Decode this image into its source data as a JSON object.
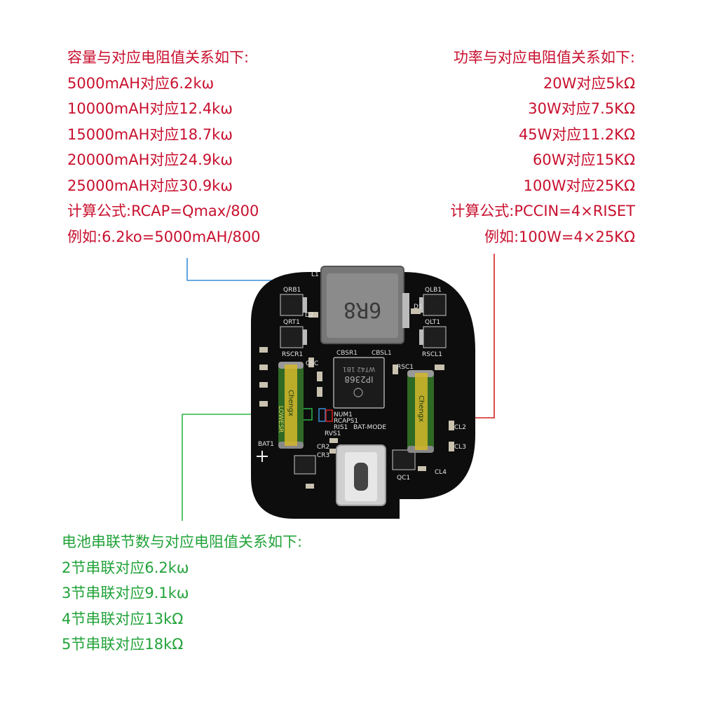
{
  "capacity": {
    "title": "容量与对应电阻值关系如下:",
    "rows": [
      "5000mAH对应6.2kω",
      "10000mAH对应12.4kω",
      "15000mAH对应18.7kω",
      "20000mAH对应24.9kω",
      "25000mAH对应30.9kω",
      "计算公式:RCAP=Qmax/800",
      "例如:6.2ko=5000mAH/800"
    ]
  },
  "power": {
    "title": "功率与对应电阻值关系如下:",
    "rows": [
      "20W对应5kΩ",
      "30W对应7.5KΩ",
      "45W对应11.2KΩ",
      "60W对应15KΩ",
      "100W对应25KΩ",
      "计算公式:PCCIN=4×RISET",
      "例如:100W=4×25KΩ"
    ]
  },
  "battery": {
    "title": "电池串联节数与对应电阻值关系如下:",
    "rows": [
      "2节串联对应6.2kω",
      "3节串联对应9.1kω",
      "4节串联对应13kΩ",
      "5节串联对应18kΩ"
    ]
  },
  "board": {
    "inductor_mark": "6R8",
    "chip_lines": [
      "CBSR1",
      "CBSL1",
      "WT42 1B1",
      "IP2368"
    ],
    "silk": {
      "l1": "L1",
      "qrb1": "QRB1",
      "qlb1": "QLB1",
      "d1": "D1",
      "d2": "D2",
      "qrt1": "QRT1",
      "qlt1": "QLT1",
      "rscr1": "RSCR1",
      "rscl1": "RSCL1",
      "csc": "CSC",
      "rsc1": "RSC1",
      "num1": "NUM1",
      "rcaps1": "RCAPS1",
      "ris1": "RIS1",
      "batmode": "BAT-MODE",
      "rvs1": "RVS1",
      "bat1": "BAT1",
      "cr2": "CR2",
      "cr3": "CR3",
      "qc1": "QC1",
      "cl4": "CL4",
      "cl2": "CL2",
      "cl3": "CL3"
    },
    "cap_brand": "Chengx",
    "cap_series": "LOWESR"
  },
  "colors": {
    "text_red": "#c8102e",
    "text_green": "#22a33a",
    "line_blue": "#3a8fd8",
    "line_red": "#d42020",
    "line_green": "#2db54a",
    "pcb": "#0d0d0d"
  }
}
